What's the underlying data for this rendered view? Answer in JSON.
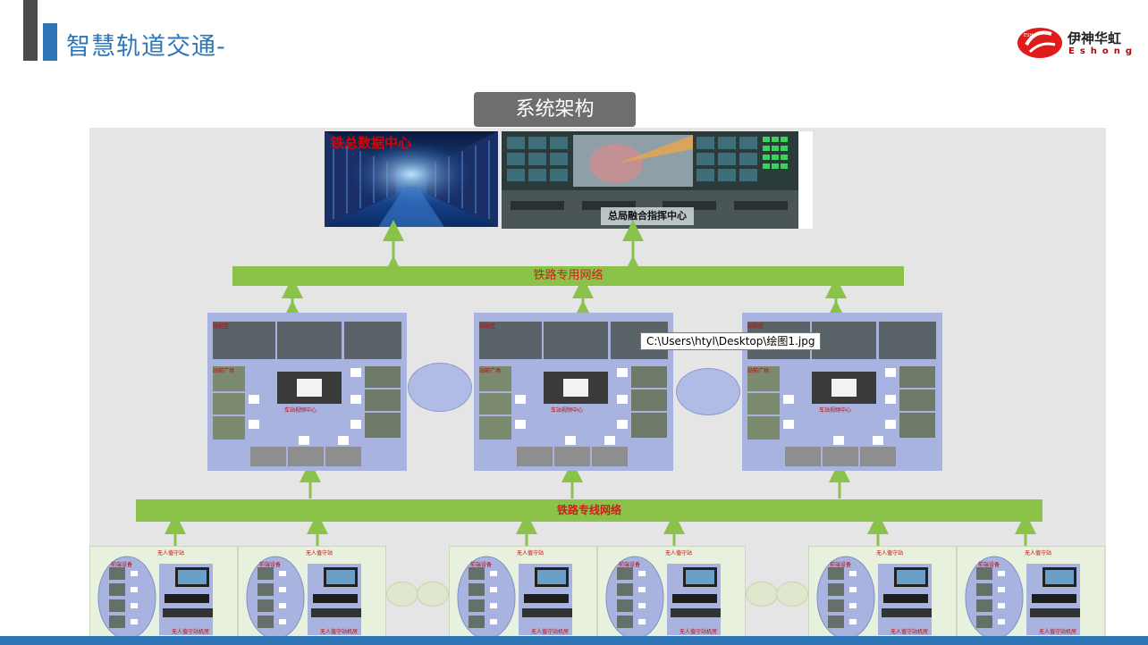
{
  "header": {
    "title": "智慧轨道交通-",
    "logo_text_cn": "伊神华虹",
    "logo_text_en": "Eshong"
  },
  "diagram": {
    "section_title": "系统架构",
    "data_center_label": "铁总数据中心",
    "command_center_label": "总局融合指挥中心",
    "railway_private_network": "铁路专用网络",
    "railway_dedicated_network": "铁路专线网络",
    "station_labels": {
      "monitor": "站前区",
      "square": "站前广场",
      "center": "车站视频中心"
    },
    "leaf_labels": {
      "top": "无人值守站",
      "monitor": "前端设备",
      "bottom": "无人值守站机房"
    },
    "tooltip": "C:\\Users\\htyl\\Desktop\\绘图1.jpg"
  },
  "colors": {
    "accent_blue": "#2e75b6",
    "network_green": "#8bc34a",
    "network_text_red": "#c8201a",
    "station_purple": "#a8b4df",
    "leaf_green": "#e7f1dd"
  }
}
